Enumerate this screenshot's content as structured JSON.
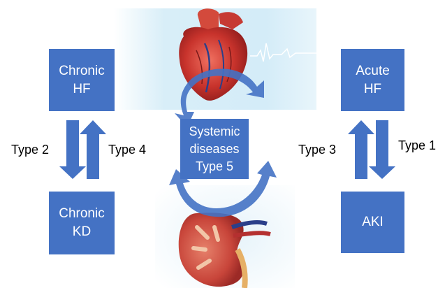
{
  "boxes": {
    "chronic_hf": [
      "Chronic",
      "HF"
    ],
    "acute_hf": [
      "Acute",
      "HF"
    ],
    "chronic_kd": [
      "Chronic",
      "KD"
    ],
    "aki": [
      "AKI"
    ],
    "systemic": [
      "Systemic",
      "diseases",
      "Type 5"
    ]
  },
  "labels": {
    "type1": "Type 1",
    "type2": "Type 2",
    "type3": "Type 3",
    "type4": "Type 4"
  },
  "colors": {
    "box_fill": "#4472c4",
    "arrow_fill": "#4472c4",
    "box_text": "#ffffff",
    "label_text": "#000000",
    "heart_bg": "#d8eef8",
    "ecg_line": "#ffffff"
  },
  "images": {
    "heart": "heart-illustration",
    "kidney": "kidney-illustration"
  }
}
